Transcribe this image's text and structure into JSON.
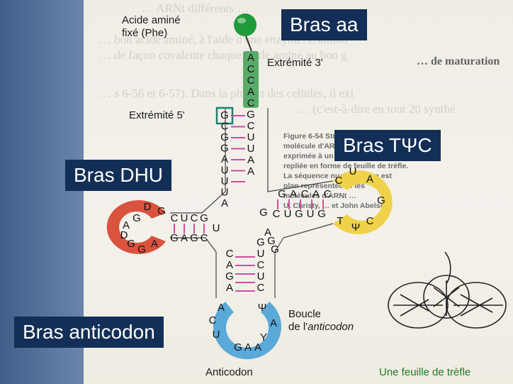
{
  "labels": {
    "arm_aa": "Bras aa",
    "arm_tpsic": "Bras TΨC",
    "arm_dhu": "Bras DHU",
    "arm_anticodon": "Bras anticodon"
  },
  "annotations": {
    "amino_acid": "Acide aminé\nfixé (Phe)",
    "end3": "Extrémité 3'",
    "end5": "Extrémité 5'",
    "anticodon_loop_line1": "Boucle",
    "anticodon_loop_line2_prefix": "de l'",
    "anticodon_loop_line2_italic": "anticodon",
    "anticodon": "Anticodon",
    "clover_caption": "Une feuille de trèfle"
  },
  "background_text": {
    "line1": "… ARNt différents …",
    "line2": "… bon acide aminé, à l'aide d'une enzyme. L'amino",
    "line3": "… de façon covalente chaque acide aminé au bon g",
    "line4": "… s 6-56 et 6-57). Dans la plupart des cellules, il exi",
    "line5": "… (c'est-à-dire en tout 20 synthé",
    "line6": "… de maturation",
    "fig_caption": "Figure 6-54 Structure d'une\nmolécule d'ARNt spécifique de l'ARN\nexprimée à un ARNt … schéma\nrepliée en forme de feuille de trèfle.\nLa séquence nucléotidique est\nplan représentée … les\nmolécules d'ARNt …\nU. Christy, … et John Abelson."
  },
  "colors": {
    "acceptor_stem": "#5aab6a",
    "amino_ball": "#1f9a3a",
    "dhu_loop": "#d9533f",
    "tpsic_loop": "#f0d24a",
    "anticodon_loop": "#5aa9d8",
    "pair_bar": "#cc4fa0",
    "label_bg": "#132f57"
  },
  "trna": {
    "acceptor_3prime_strand": [
      "A",
      "C",
      "C",
      "A",
      "C",
      "G",
      "C",
      "U",
      "U",
      "A",
      "A"
    ],
    "acceptor_5prime_strand": [
      "G",
      "C",
      "G",
      "G",
      "A",
      "U",
      "U",
      "U",
      "A"
    ],
    "dhu_stem_top": [
      "C",
      "U",
      "C",
      "G"
    ],
    "dhu_stem_bottom": [
      "G",
      "A",
      "G",
      "C"
    ],
    "dhu_loop": [
      "D",
      "G",
      "A",
      "D",
      "G",
      "G",
      "A",
      "G"
    ],
    "tpsic_stem_top": [
      "G",
      "A",
      "C",
      "A",
      "C"
    ],
    "tpsic_stem_bottom": [
      "C",
      "U",
      "G",
      "U",
      "G"
    ],
    "tpsic_loop": [
      "C",
      "U",
      "A",
      "G",
      "C",
      "Ψ",
      "T"
    ],
    "variable": [
      "A",
      "G",
      "G"
    ],
    "anticodon_stem_left": [
      "C",
      "A",
      "G",
      "A"
    ],
    "anticodon_stem_right": [
      "G",
      "U",
      "C",
      "U",
      "C"
    ],
    "anticodon_loop_left": [
      "A",
      "C",
      "U"
    ],
    "anticodon_loop_right": [
      "Ψ",
      "A",
      "Y"
    ],
    "anticodon_triplet": "GAA",
    "junction_left": [
      "U"
    ],
    "junction_right": [
      "G"
    ]
  }
}
